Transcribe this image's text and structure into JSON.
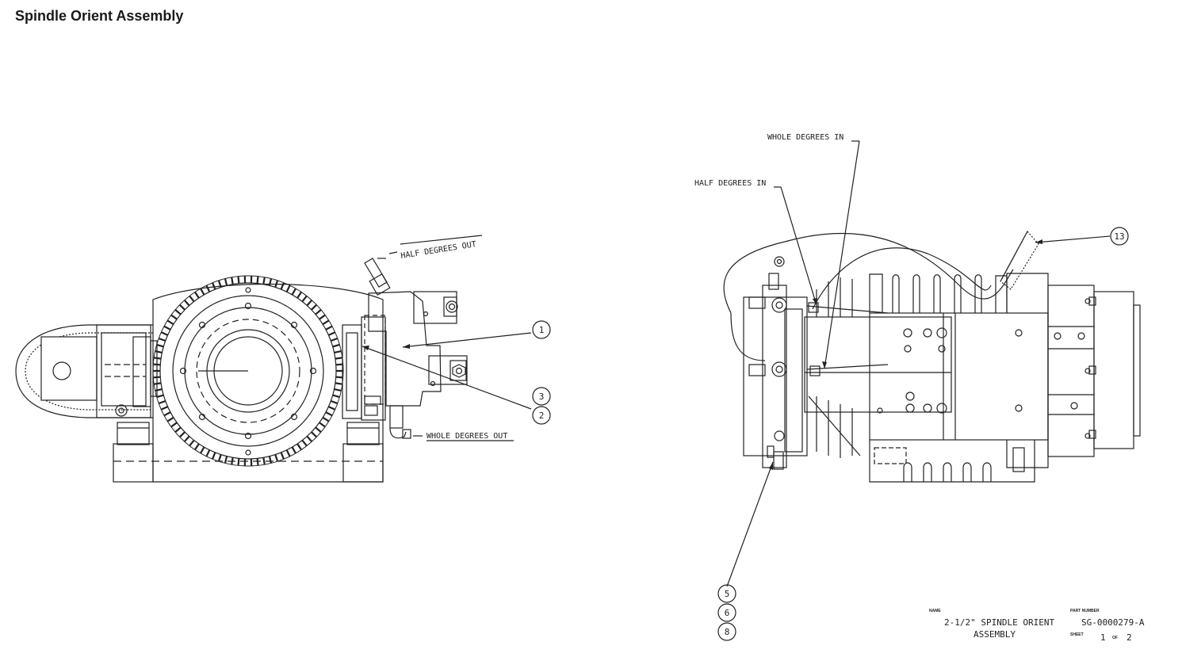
{
  "page": {
    "title": "Spindle Orient Assembly"
  },
  "callouts": {
    "half_degrees_out": "HALF DEGREES OUT",
    "whole_degrees_out": "WHOLE DEGREES OUT",
    "whole_degrees_in": "WHOLE DEGREES IN",
    "half_degrees_in": "HALF DEGREES IN"
  },
  "balloons": {
    "b1": "1",
    "b3": "3",
    "b2": "2",
    "b13": "13",
    "b5": "5",
    "b6": "6",
    "b8": "8"
  },
  "title_block": {
    "name_label": "NAME",
    "name_line1": "2-1/2\" SPINDLE ORIENT",
    "name_line2": "ASSEMBLY",
    "part_number_label": "PART NUMBER",
    "part_number": "SG-0000279-A",
    "sheet_label": "SHEET",
    "sheet_number": "1",
    "sheet_of": "OF",
    "sheet_total": "2"
  },
  "colors": {
    "line": "#222222",
    "background": "#ffffff"
  }
}
